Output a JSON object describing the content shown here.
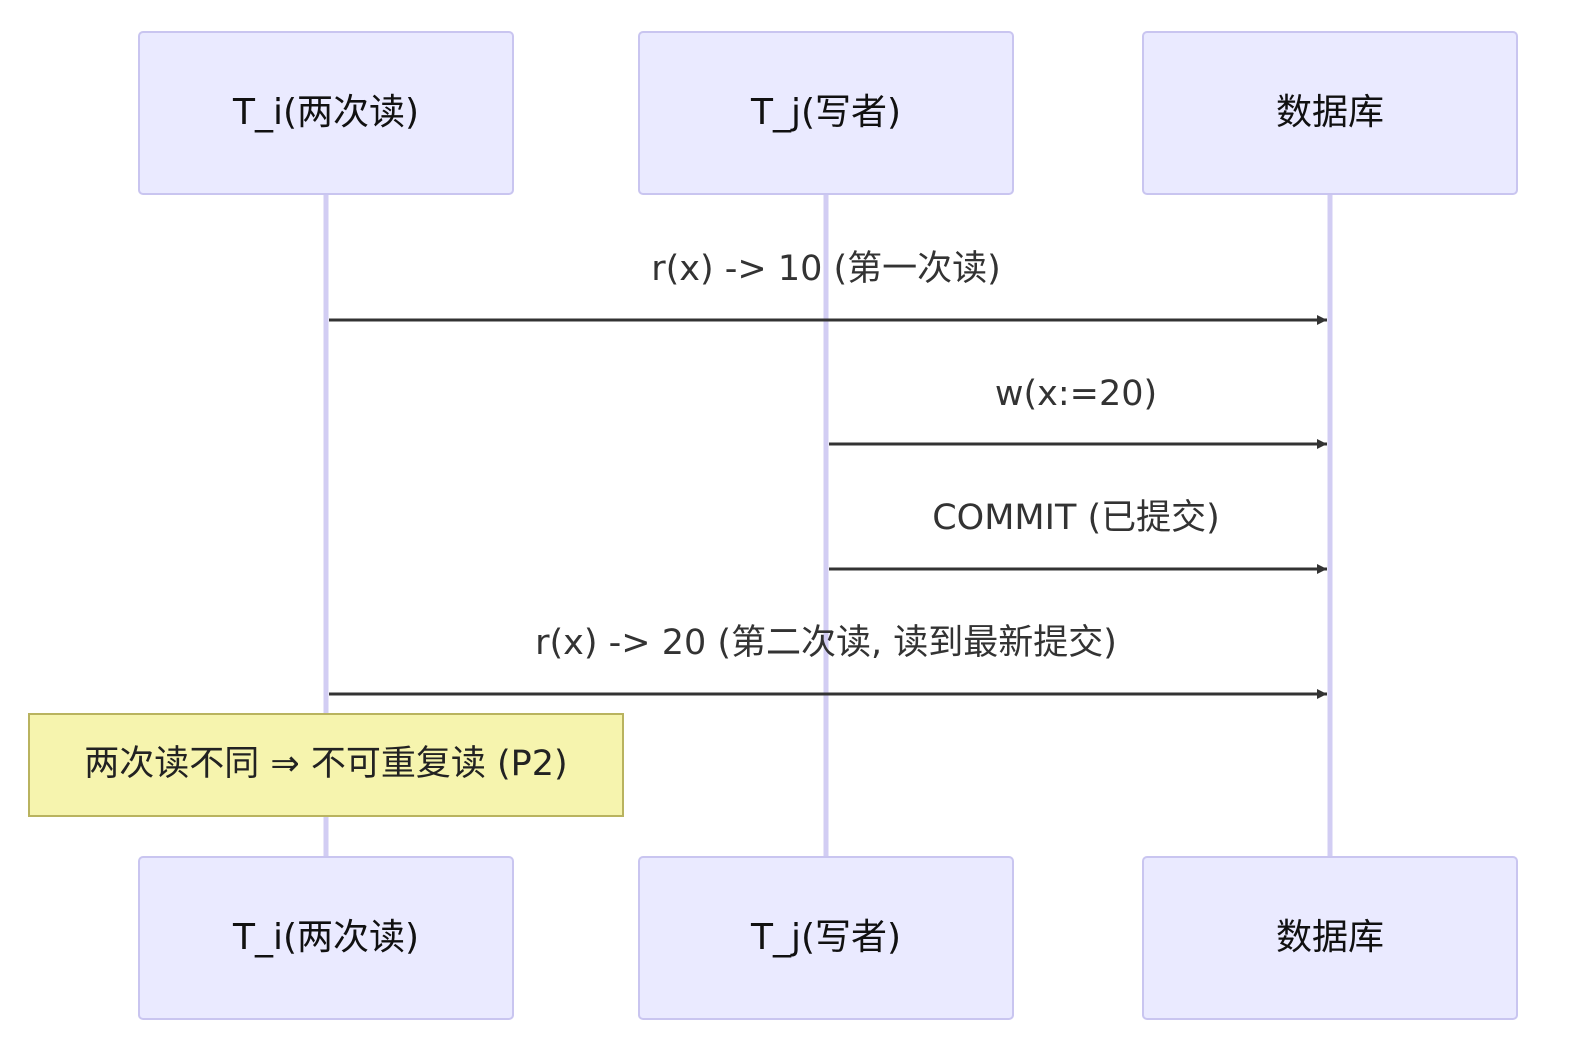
{
  "actors": [
    {
      "label": "T_i(两次读)"
    },
    {
      "label": "T_j(写者)"
    },
    {
      "label": "数据库"
    }
  ],
  "messages": [
    {
      "from": 0,
      "to": 2,
      "label": "r(x) -> 10 (第一次读)"
    },
    {
      "from": 1,
      "to": 2,
      "label": "w(x:=20)"
    },
    {
      "from": 1,
      "to": 2,
      "label": "COMMIT (已提交)"
    },
    {
      "from": 0,
      "to": 2,
      "label": "r(x) -> 20 (第二次读, 读到最新提交)"
    }
  ],
  "note": {
    "anchor_actor": 0,
    "label": "两次读不同 ⇒ 不可重复读 (P2)"
  },
  "colors": {
    "actor_fill": "#eaeaff",
    "actor_border": "#c9c5f0",
    "lifeline": "#d2cdf3",
    "message_line": "#333333",
    "note_fill": "#f6f4ae",
    "note_border": "#b9b35f"
  }
}
